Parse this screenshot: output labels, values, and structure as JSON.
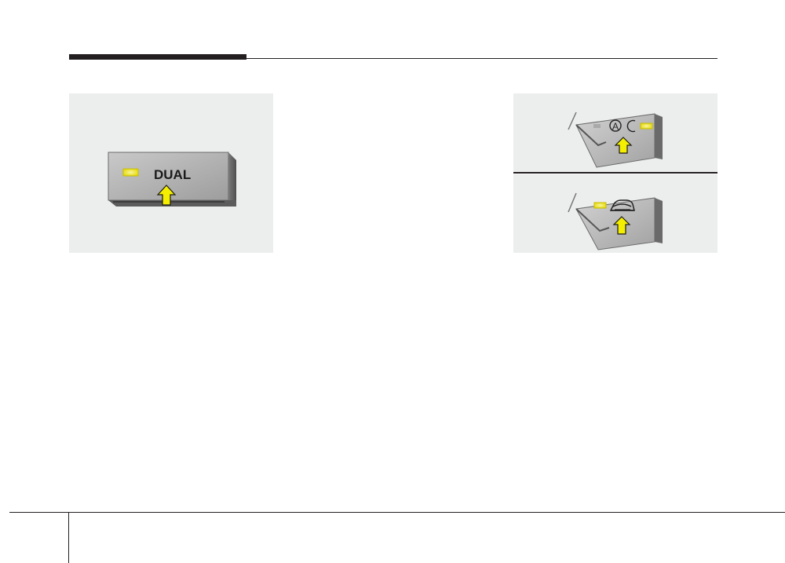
{
  "figures": {
    "dual_button": {
      "label": "DUAL",
      "icon": "dual-button-indicator"
    },
    "auto_recirculation_button": {
      "icon": "auto-recirculation-symbol",
      "letter": "A"
    },
    "air_intake_button": {
      "icon": "recirculated-air-car-symbol"
    }
  },
  "colors": {
    "panel_background": "#eceded",
    "indicator_lit": "#f2e600",
    "indicator_off": "#a9a9a9",
    "arrow": "#f4ee00",
    "rule": "#231f20"
  }
}
